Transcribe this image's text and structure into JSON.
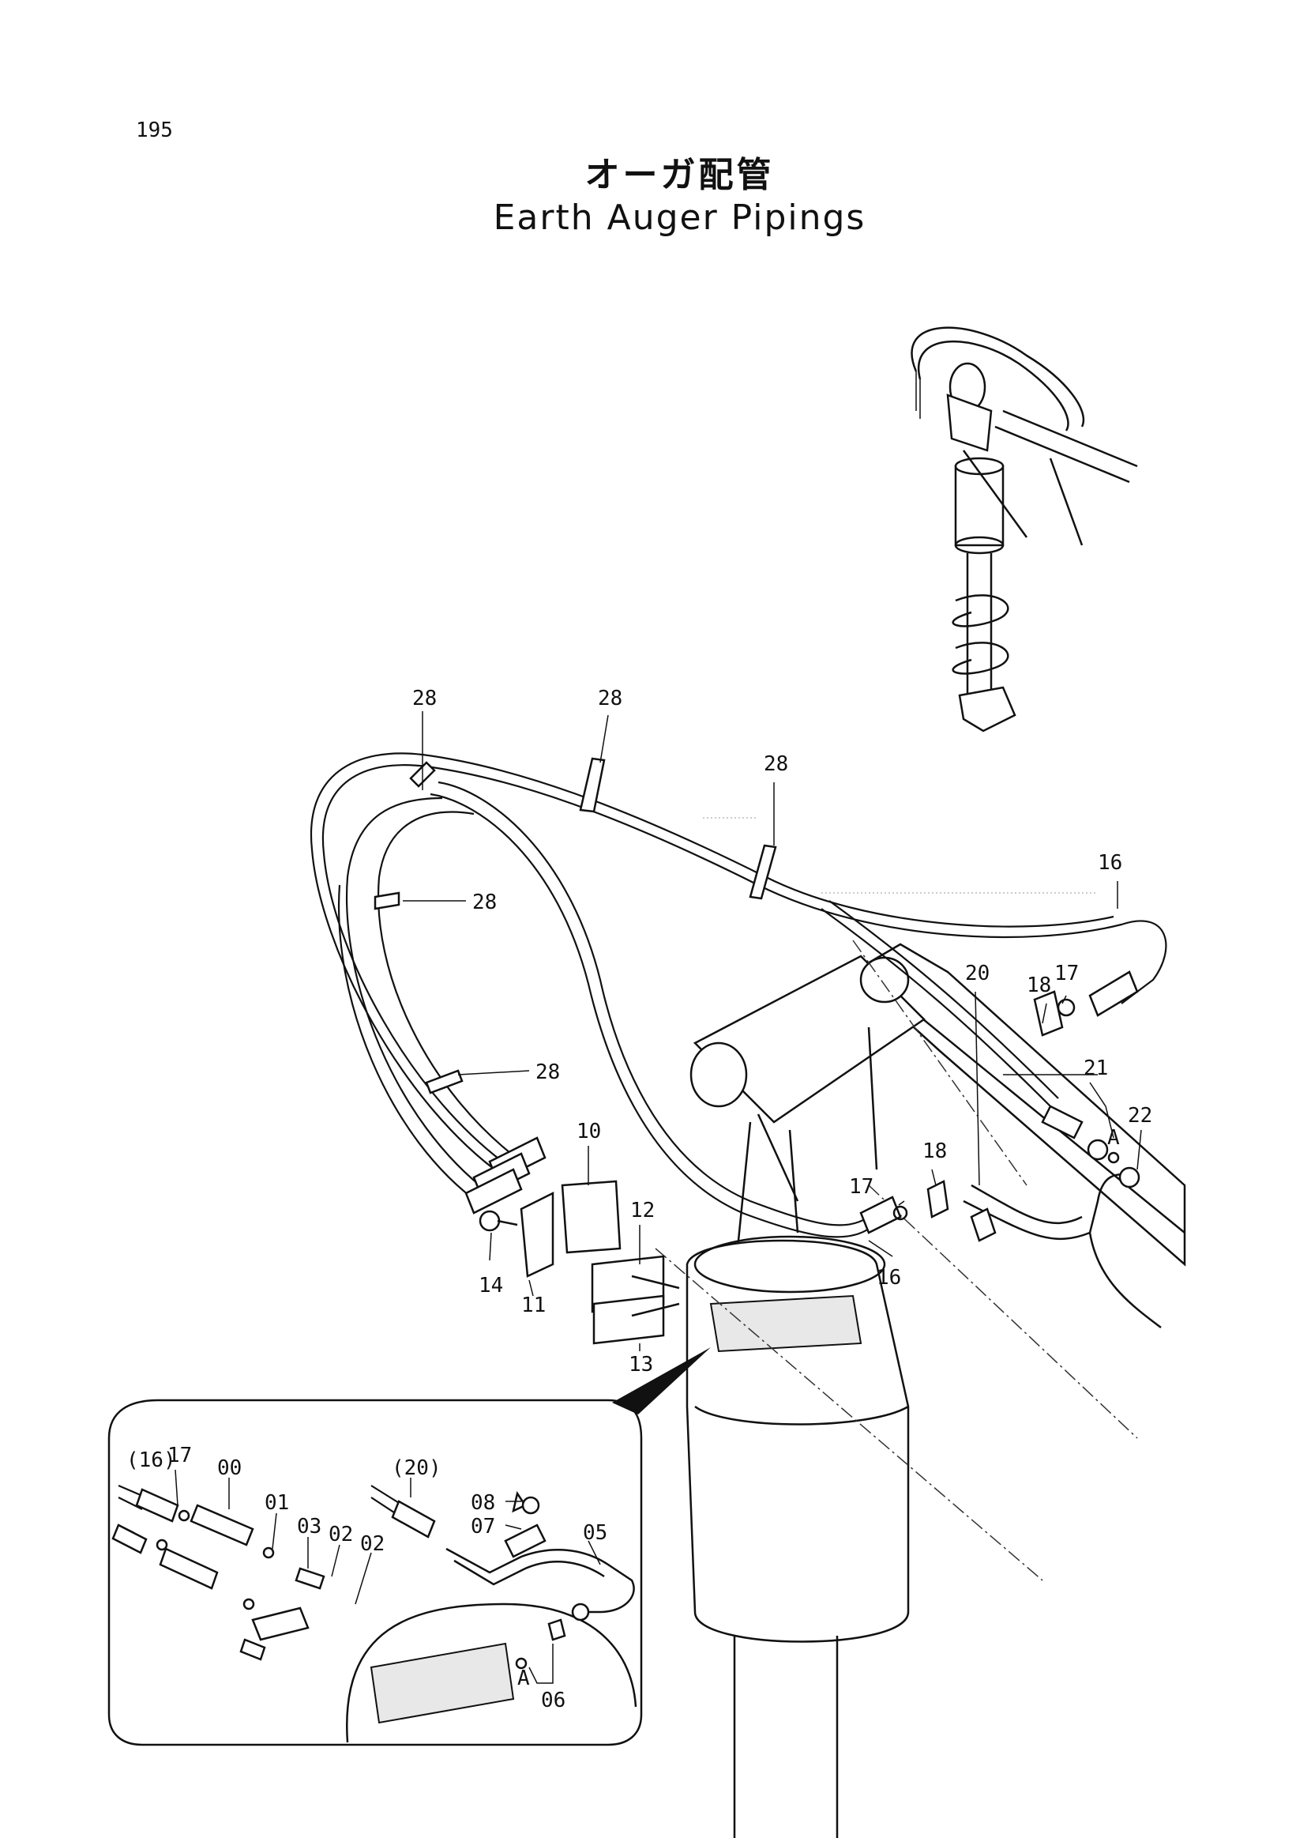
{
  "page": {
    "number": "195"
  },
  "title": {
    "japanese": "オーガ配管",
    "english": "Earth Auger Pipings"
  },
  "callouts": {
    "c28a": "28",
    "c28b": "28",
    "c28c": "28",
    "c28d": "28",
    "c28e": "28",
    "c16a": "16",
    "c16b": "16",
    "c20": "20",
    "c18a": "18",
    "c17a": "17",
    "c21": "21",
    "c22": "22",
    "cA1": "A",
    "c18b": "18",
    "c17b": "17",
    "c10": "10",
    "c12": "12",
    "c11": "11",
    "c14": "14",
    "c13": "13"
  },
  "inset": {
    "c16p": "(16)",
    "c17": "17",
    "c00": "00",
    "c01": "01",
    "c03": "03",
    "c02a": "02",
    "c02b": "02",
    "c20p": "(20)",
    "c08": "08",
    "c07": "07",
    "c05": "05",
    "cA2": "A",
    "c06": "06"
  }
}
